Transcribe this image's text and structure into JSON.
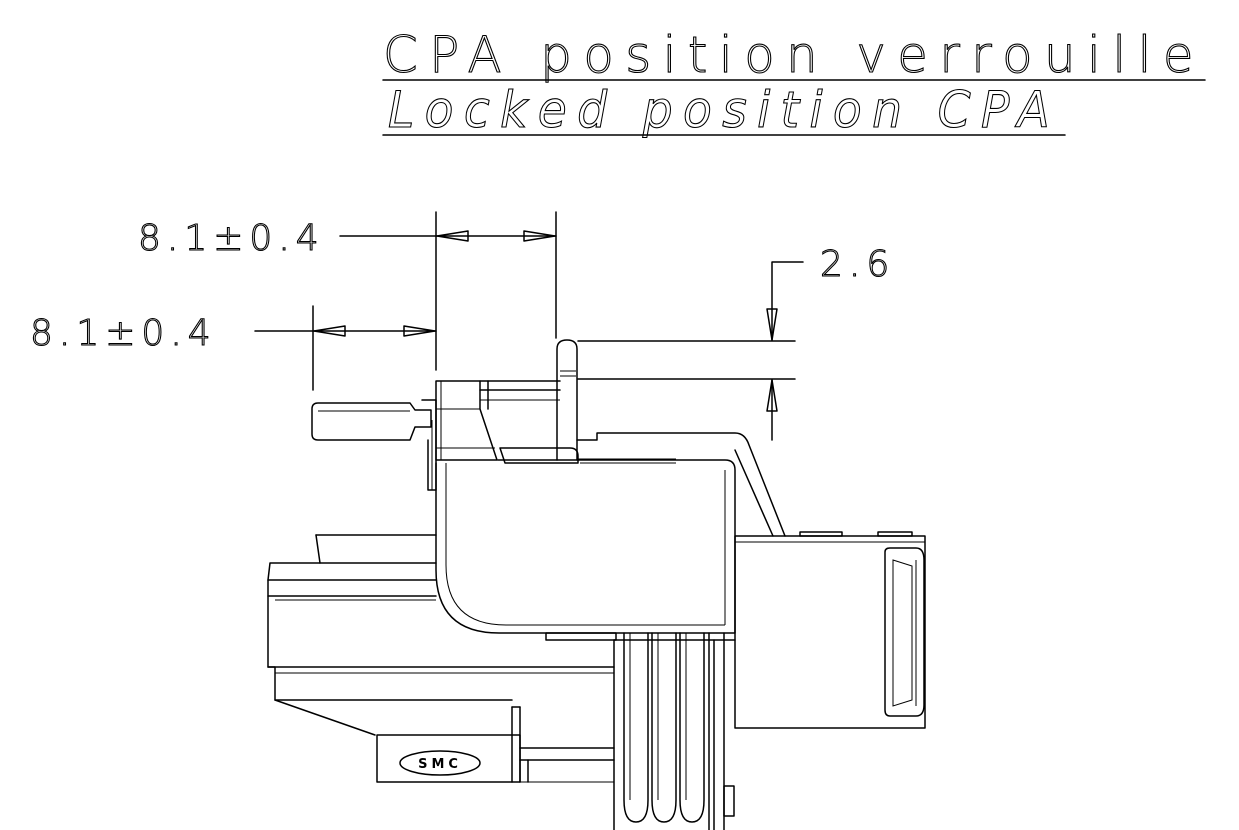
{
  "title": {
    "line1": "CPA position verrouille",
    "line2": "Locked position CPA"
  },
  "dimensions": {
    "upper_horizontal": "8.1±0.4",
    "lower_horizontal": "8.1±0.4",
    "vertical": "2.6"
  },
  "logo": {
    "text": "SMC"
  }
}
